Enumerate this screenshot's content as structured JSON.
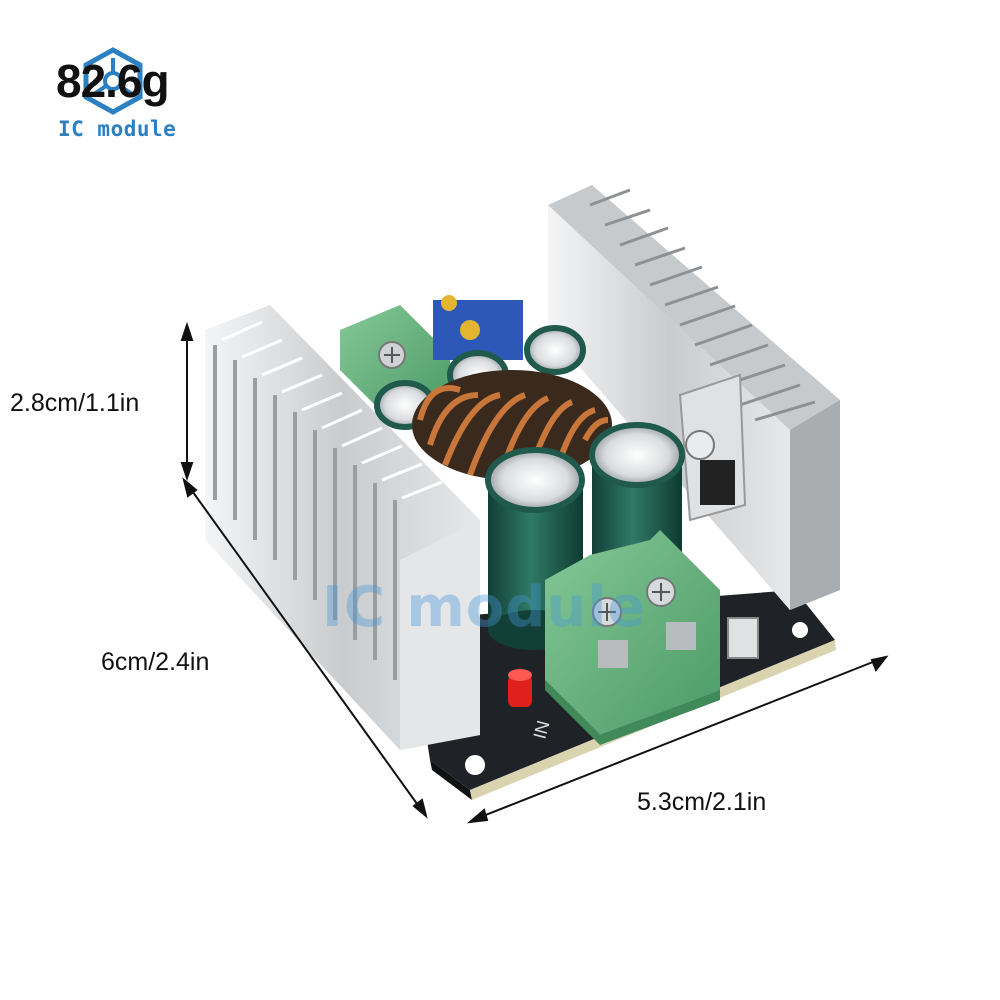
{
  "header": {
    "weight": "82.6g",
    "brand": "IC module"
  },
  "dimensions": {
    "height": "2.8cm/1.1in",
    "depth": "6cm/2.4in",
    "width": "5.3cm/2.1in"
  },
  "watermark": "IC module",
  "colors": {
    "brand_blue": "#2b7fc3",
    "pcb": "#1f2328",
    "terminal_green": "#5fae7a",
    "heatsink": "#d4d6d8",
    "capacitor": "#1f5a4c",
    "copper_coil": "#b8682a",
    "led": "#e0201c",
    "trimpot": "#2d58b8"
  }
}
